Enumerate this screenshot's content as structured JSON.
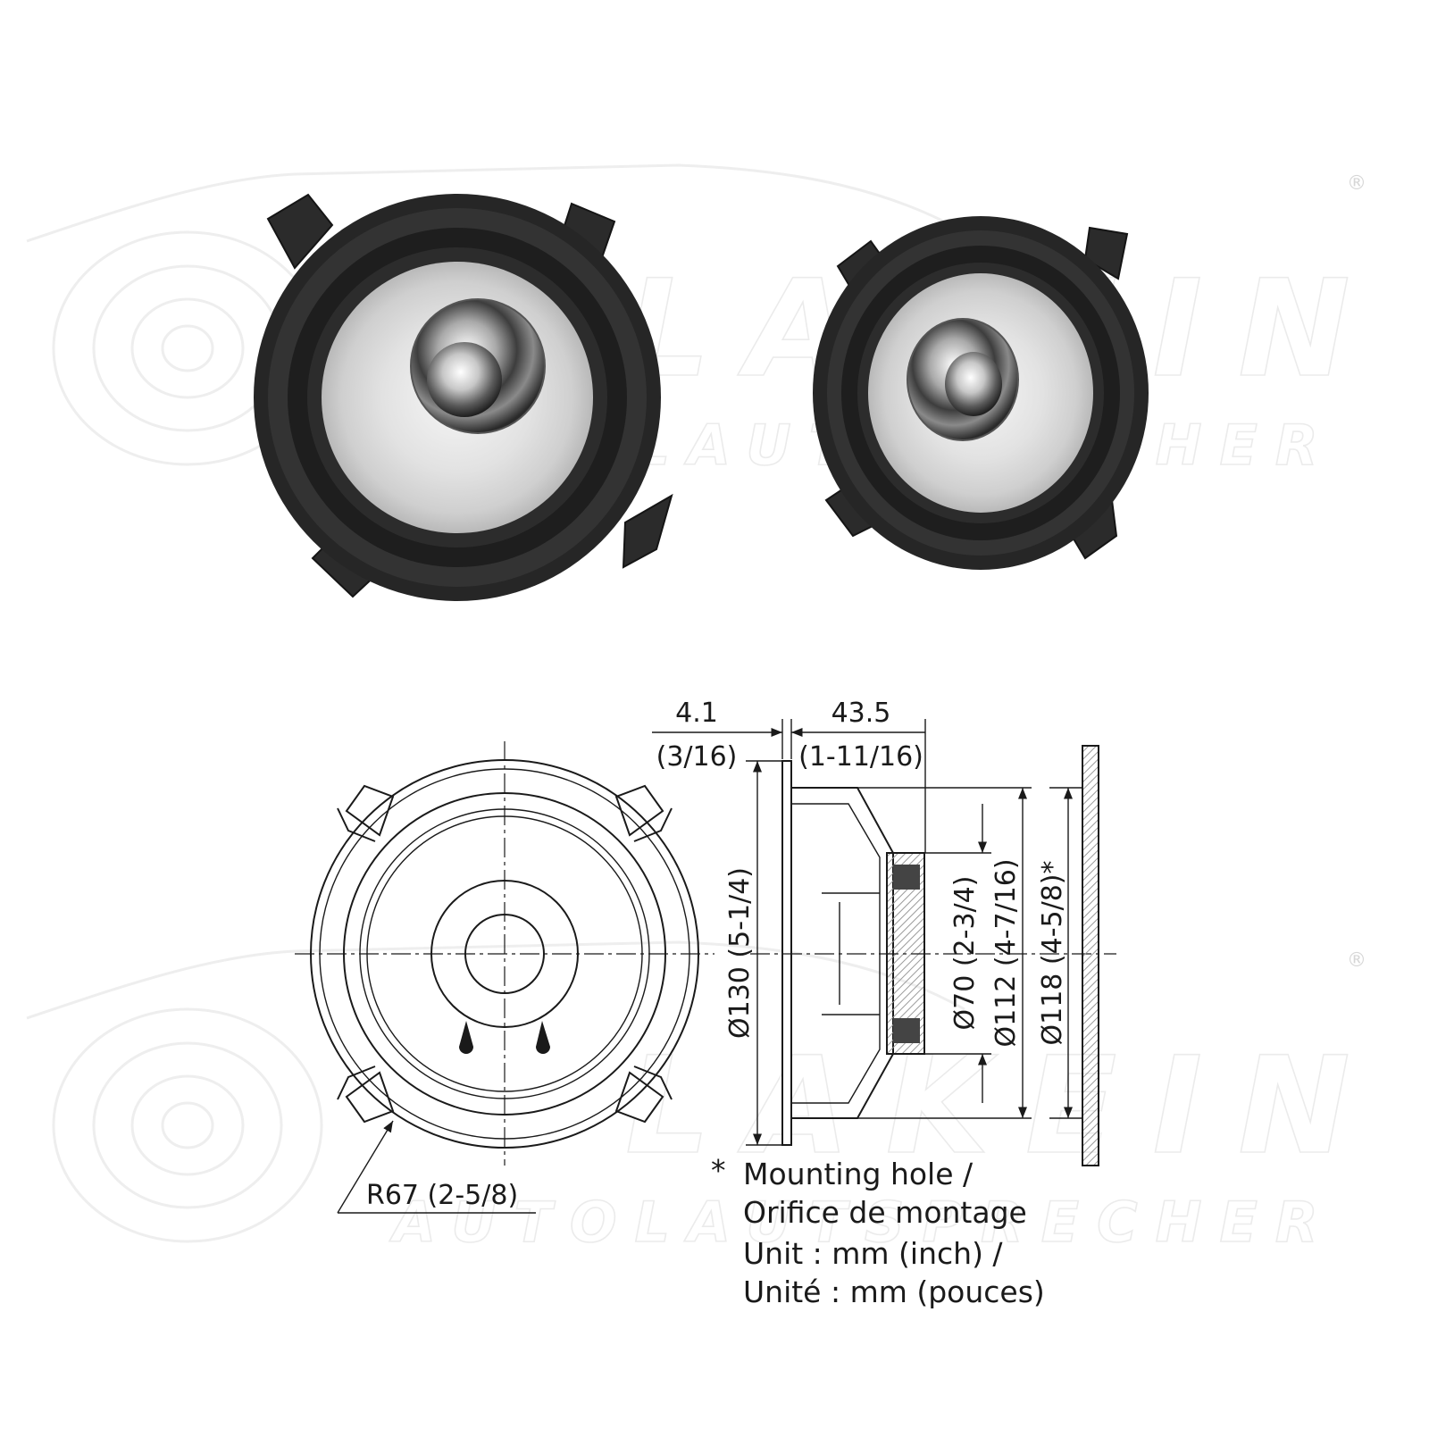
{
  "watermark": {
    "brand": "LAKEIN",
    "text": "AUTOLAUTSPRECHER",
    "registered": "®"
  },
  "photos": {
    "front_speaker": "front-view-speaker-photo",
    "angled_speaker": "angled-view-speaker-photo"
  },
  "drawing": {
    "depth_flange": {
      "value": "4.1",
      "inch": "(3/16)"
    },
    "depth_body": {
      "value": "43.5",
      "inch": "(1-11/16)"
    },
    "outer_diameter": "Ø130 (5-1/4)",
    "magnet_diameter": "Ø70 (2-3/4)",
    "frame_diameter": "Ø112 (4-7/16)",
    "hole_diameter": "Ø118 (4-5/8)*",
    "radius": "R67 (2-5/8)"
  },
  "notes": {
    "asterisk": "*",
    "mounting_en": "Mounting hole /",
    "mounting_fr": "Orifice de montage",
    "unit_en": "Unit : mm (inch) /",
    "unit_fr": "Unité : mm (pouces)"
  }
}
